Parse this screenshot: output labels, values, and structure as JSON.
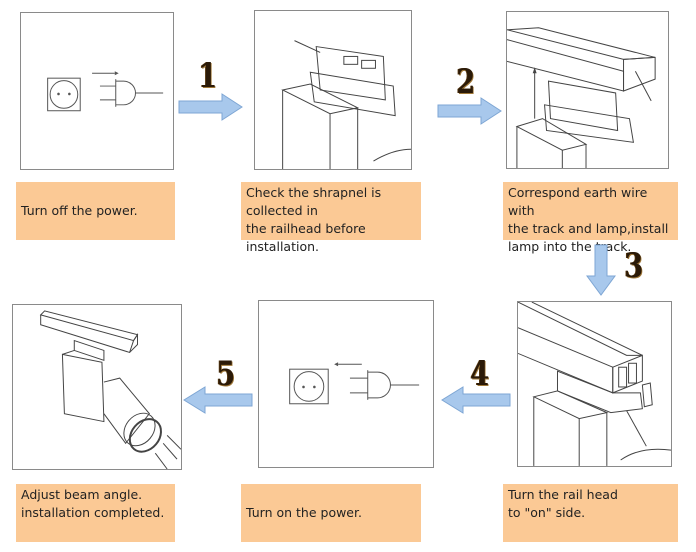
{
  "steps": [
    {
      "number": "1",
      "caption": "Turn off the power.",
      "illustration": "socket-plug-unplug"
    },
    {
      "number": "2",
      "caption": "Check the shrapnel is collected in\nthe railhead before installation.",
      "illustration": "railhead-adapter"
    },
    {
      "number": "3",
      "caption": "Correspond earth wire with\nthe track and lamp,install\nlamp into the track.",
      "illustration": "lamp-into-track"
    },
    {
      "number": "4",
      "caption": "Turn the rail head\n to \"on\" side.",
      "illustration": "rail-head-turn"
    },
    {
      "number": "5",
      "caption": "Turn on the power.",
      "illustration": "socket-plug-plugin"
    },
    {
      "number": "",
      "caption": "Adjust beam angle.\ninstallation completed.",
      "illustration": "adjust-beam"
    }
  ],
  "colors": {
    "caption_bg": "#fbc995",
    "arrow_fill": "#a8c8ec",
    "arrow_stroke": "#7ea6d4"
  }
}
